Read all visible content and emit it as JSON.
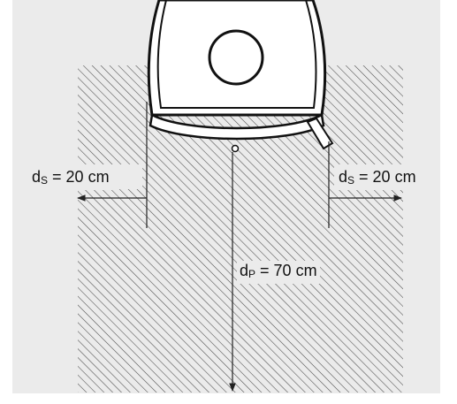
{
  "labels": {
    "left_side": {
      "prefix": "d",
      "subscript": "S",
      "value": " = 20 cm"
    },
    "right_side": {
      "prefix": "d",
      "subscript": "S",
      "value": " = 20 cm"
    },
    "front": {
      "prefix": "d",
      "subscript": "P",
      "value": " = 70 cm"
    }
  },
  "colors": {
    "background": "#ffffff",
    "panel": "#ebebeb",
    "hatch": "#4a4a4a",
    "line": "#222222"
  }
}
